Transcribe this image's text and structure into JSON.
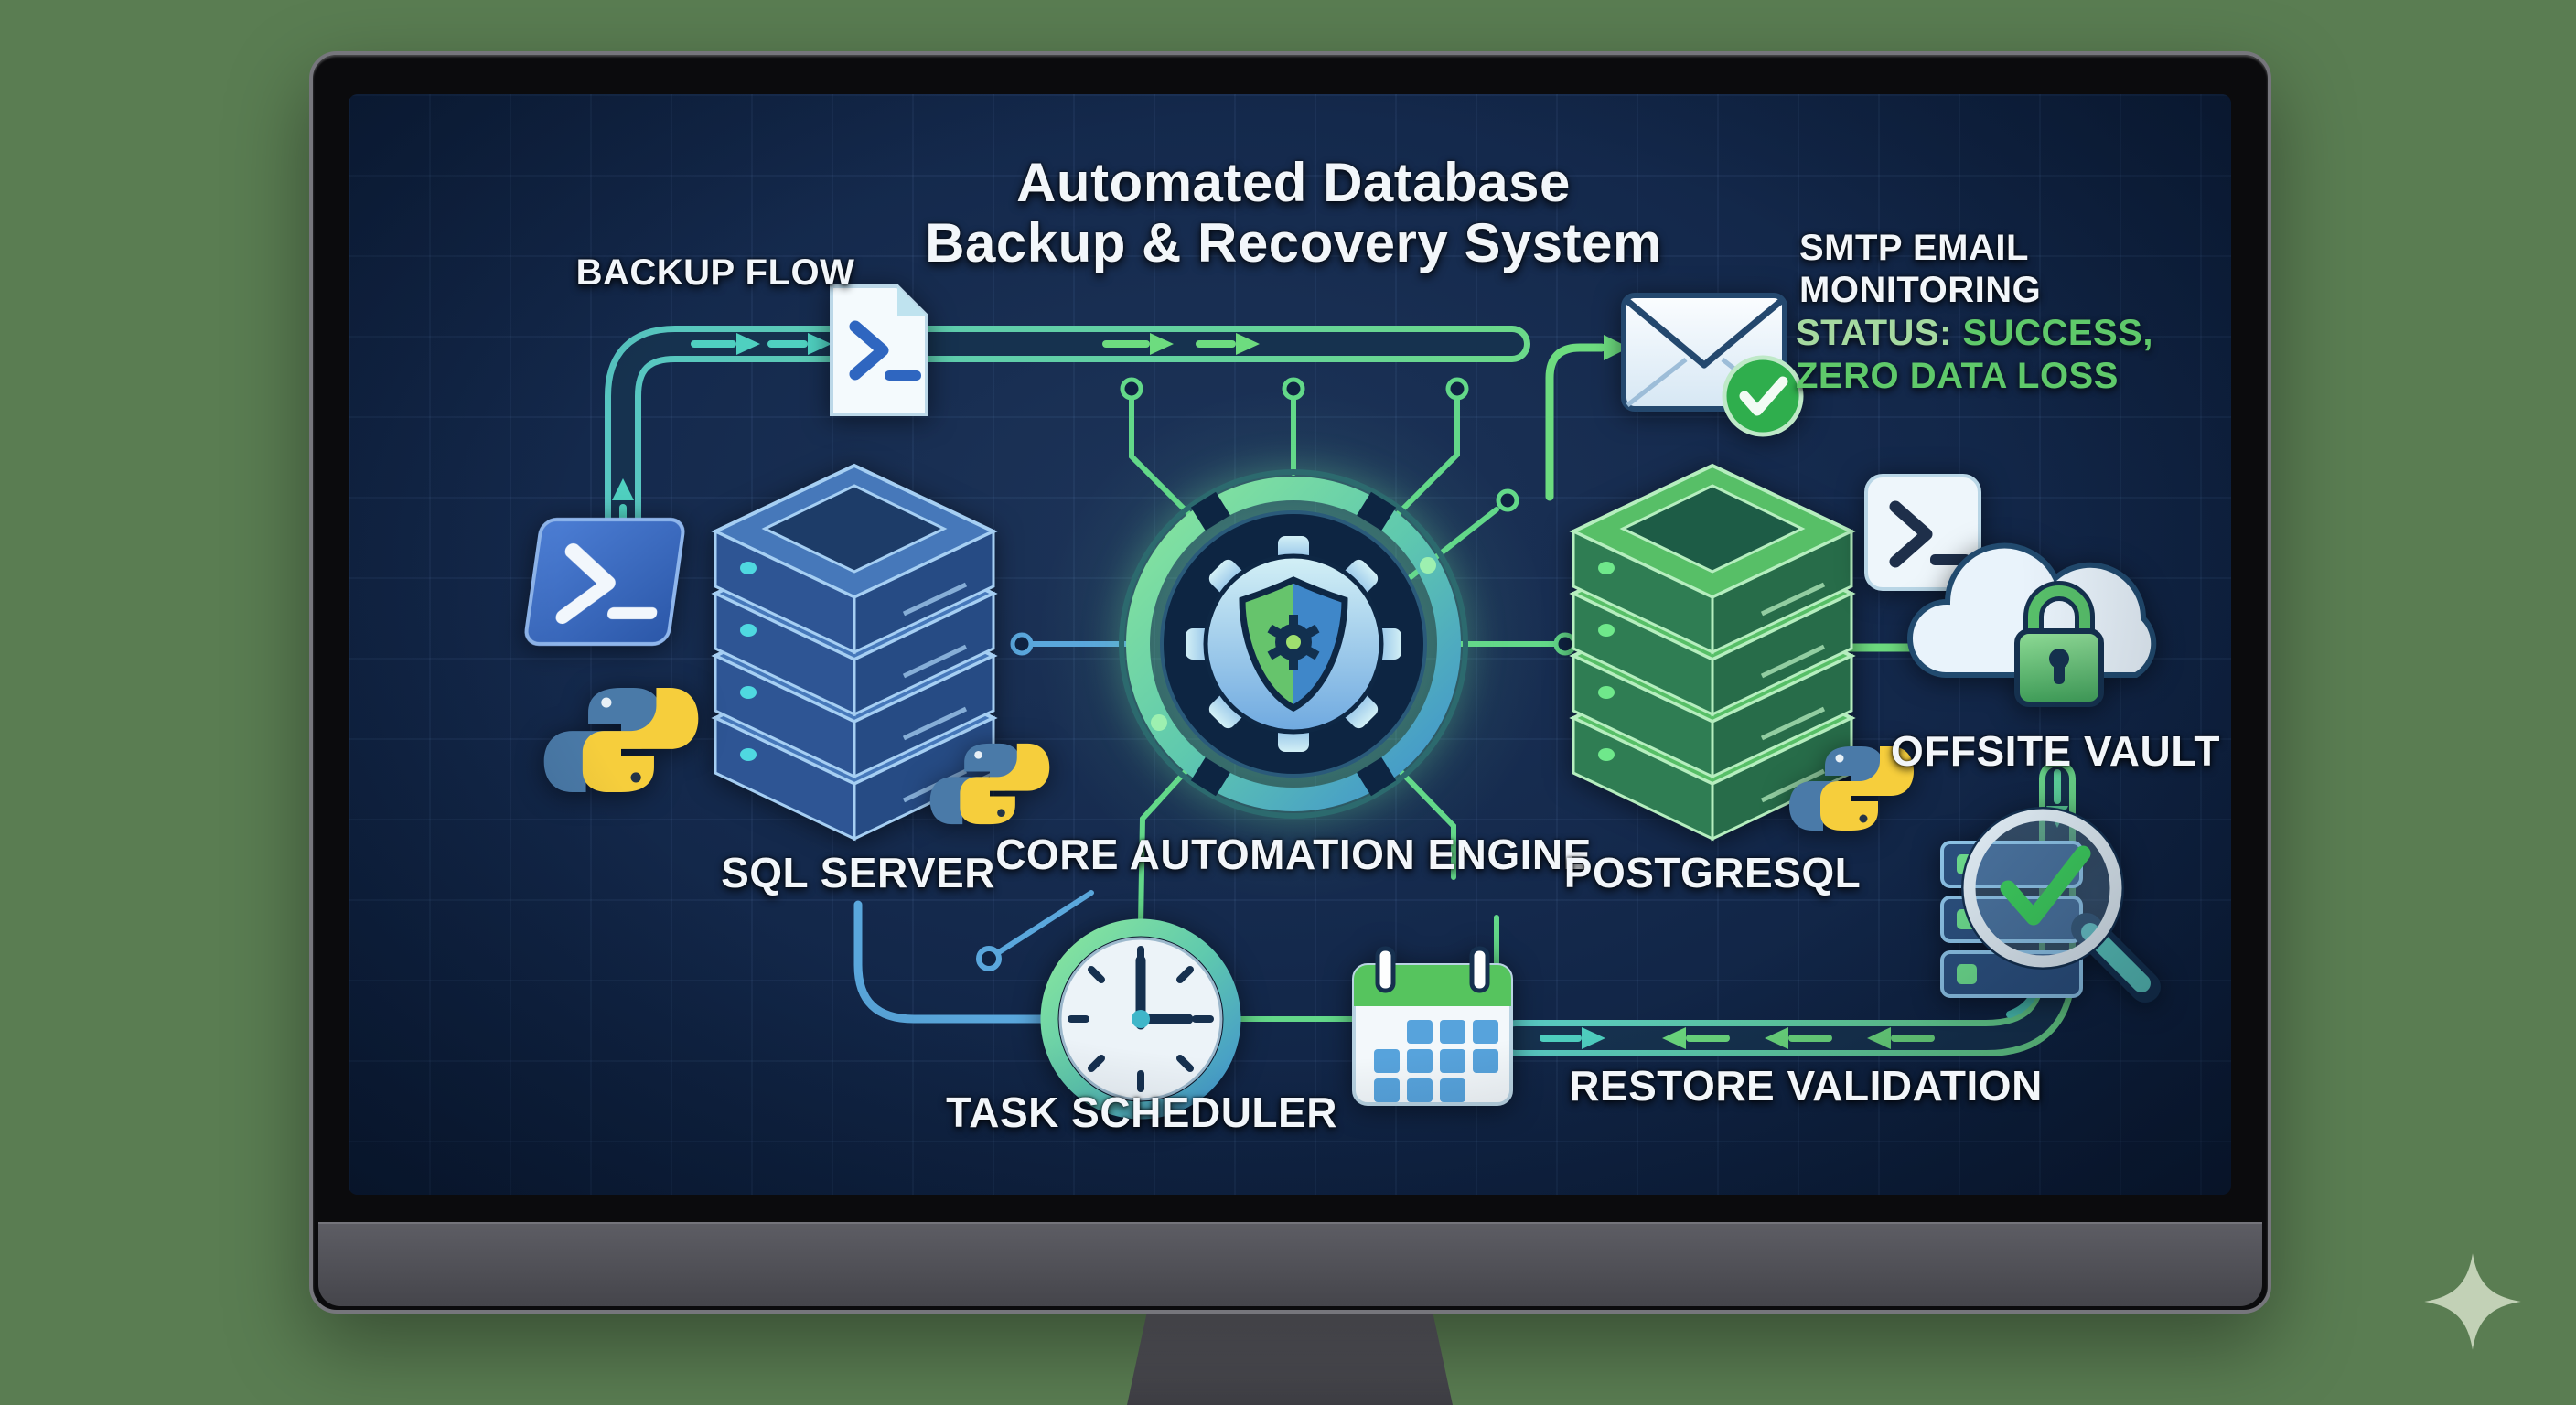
{
  "scene": {
    "description": "Illustrated architecture diagram of an automated database backup and recovery system shown on a desktop monitor standing on a green background"
  },
  "title": {
    "line1": "Automated Database",
    "line2": "Backup & Recovery System"
  },
  "labels": {
    "backup_flow": "BACKUP FLOW",
    "smtp_line1": "SMTP EMAIL",
    "smtp_line2": "MONITORING",
    "status_prefix": "STATUS:",
    "status_value_line1": "SUCCESS,",
    "status_value_line2": "ZERO DATA LOSS",
    "sql_server": "SQL SERVER",
    "core_engine": "CORE AUTOMATION ENGINE",
    "postgresql": "POSTGRESQL",
    "offsite_vault": "OFFSITE VAULT",
    "task_scheduler": "TASK SCHEDULER",
    "restore_validation": "RESTORE VALIDATION"
  },
  "icons": {
    "powershell_tile": "powershell-terminal-icon",
    "powershell_script_file": "powershell-script-file-icon",
    "powershell_white_tile": "powershell-terminal-light-icon",
    "python_left": "python-logo-icon",
    "python_sql": "python-logo-icon",
    "python_postgres": "python-logo-icon",
    "sql_server_stack": "blue-server-stack-icon",
    "postgres_stack": "green-server-stack-icon",
    "core_gear_shield": "gear-shield-icon",
    "email_check": "envelope-checkmark-icon",
    "cloud_lock": "cloud-padlock-icon",
    "clock": "clock-icon",
    "calendar": "calendar-icon",
    "rack_magnifier": "server-magnifier-check-icon",
    "sparkle": "sparkle-icon"
  },
  "theme": {
    "desk_bg": "#5a7d52",
    "screen_bg": "#14294c",
    "accent_teal": "#5fc9bd",
    "accent_green": "#6ede8a",
    "status_green": "#5fc96a",
    "title_white": "#f2f6fa",
    "bezel_black": "#0b0b0d",
    "chin_gray": "#4e4e55",
    "powershell_blue": "#3c6cc4",
    "python_blue": "#4a7aa8",
    "python_yellow": "#f6ce3c",
    "server_blue": "#3f6fb0",
    "server_green": "#55bd68"
  }
}
